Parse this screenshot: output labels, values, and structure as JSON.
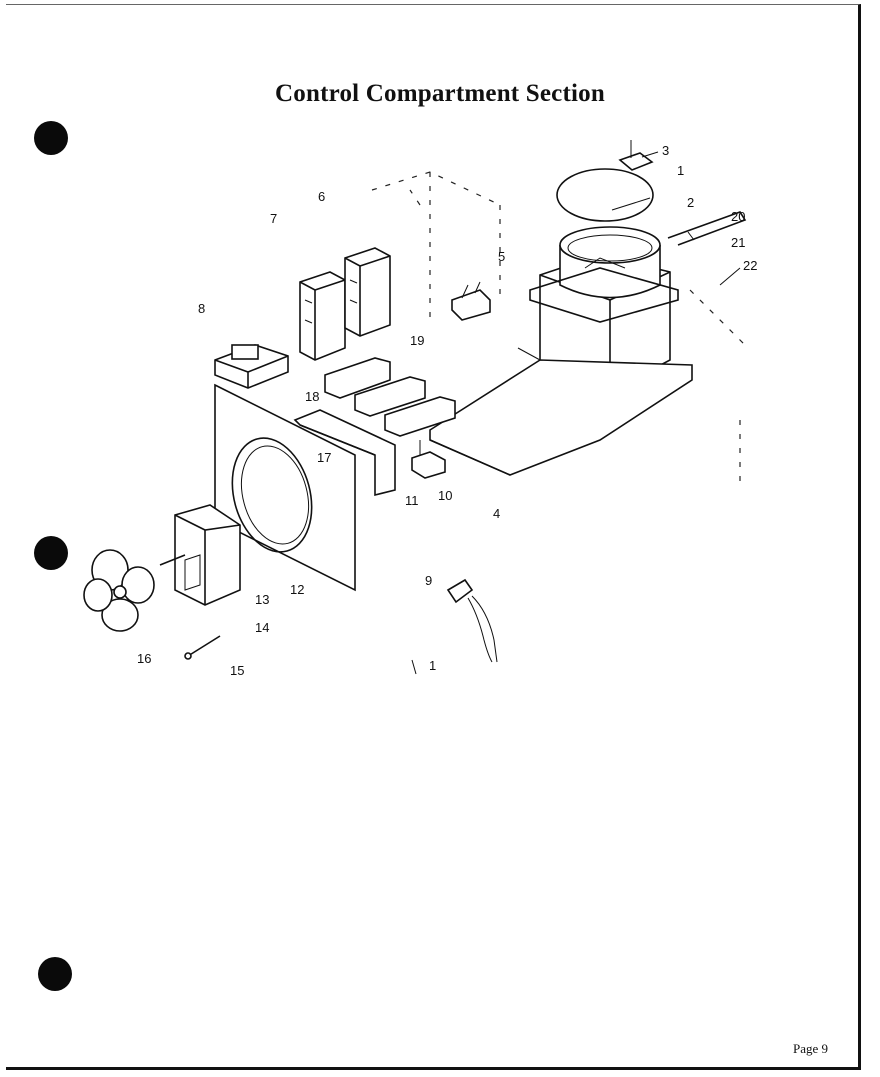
{
  "title": "Control Compartment Section",
  "page_label": "Page 9",
  "part_labels": [
    {
      "id": "p1",
      "text": "1"
    },
    {
      "id": "p1b",
      "text": "1"
    },
    {
      "id": "p2",
      "text": "2"
    },
    {
      "id": "p3",
      "text": "3"
    },
    {
      "id": "p4",
      "text": "4"
    },
    {
      "id": "p5",
      "text": "5"
    },
    {
      "id": "p6",
      "text": "6"
    },
    {
      "id": "p7",
      "text": "7"
    },
    {
      "id": "p8",
      "text": "8"
    },
    {
      "id": "p9",
      "text": "9"
    },
    {
      "id": "p10",
      "text": "10"
    },
    {
      "id": "p11",
      "text": "11"
    },
    {
      "id": "p12",
      "text": "12"
    },
    {
      "id": "p13",
      "text": "13"
    },
    {
      "id": "p14",
      "text": "14"
    },
    {
      "id": "p15",
      "text": "15"
    },
    {
      "id": "p16",
      "text": "16"
    },
    {
      "id": "p17",
      "text": "17"
    },
    {
      "id": "p18",
      "text": "18"
    },
    {
      "id": "p19",
      "text": "19"
    },
    {
      "id": "p20",
      "text": "20"
    },
    {
      "id": "p21",
      "text": "21"
    },
    {
      "id": "p22",
      "text": "22"
    }
  ]
}
